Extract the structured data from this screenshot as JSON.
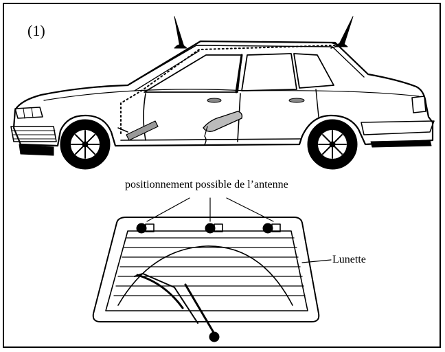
{
  "figure": {
    "number": "(1)",
    "caption": "positionnement possible de l’antenne",
    "glass_label": "Lunette"
  }
}
